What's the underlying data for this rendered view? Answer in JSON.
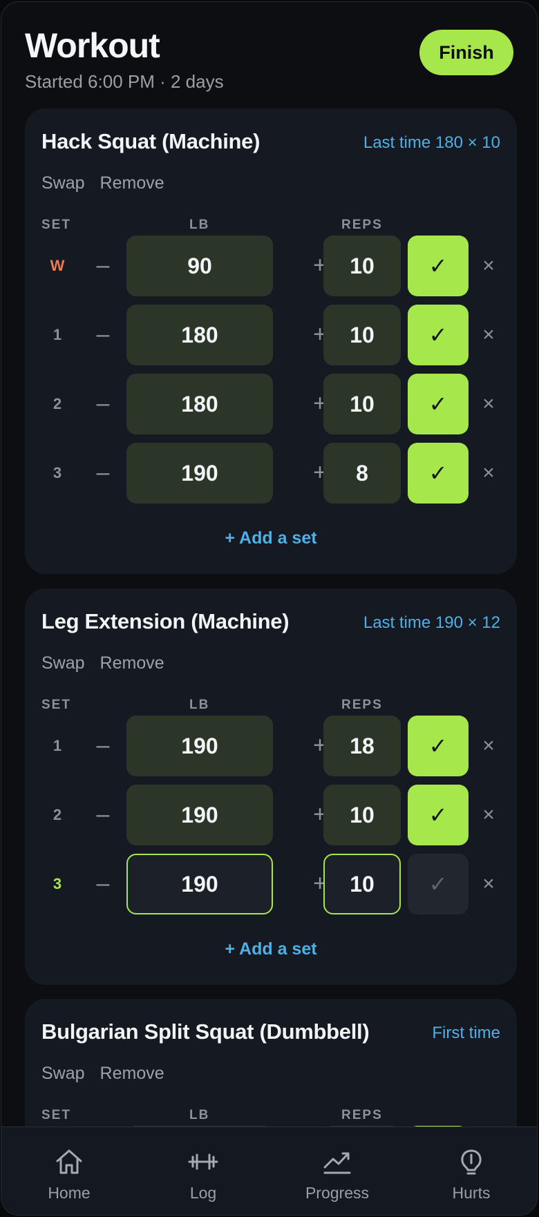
{
  "header": {
    "title": "Workout",
    "subtitle": "Started 6:00 PM · 2 days",
    "finish_label": "Finish"
  },
  "column_headers": {
    "set": "SET",
    "lb": "LB",
    "reps": "REPS"
  },
  "exercises": [
    {
      "name": "Hack Squat (Machine)",
      "last_time": "Last time 180 × 10",
      "swap_label": "Swap",
      "remove_label": "Remove",
      "add_set_label": "+ Add a set",
      "sets": [
        {
          "label": "W",
          "weight": "90",
          "reps": "10",
          "done": true
        },
        {
          "label": "1",
          "weight": "180",
          "reps": "10",
          "done": true
        },
        {
          "label": "2",
          "weight": "180",
          "reps": "10",
          "done": true
        },
        {
          "label": "3",
          "weight": "190",
          "reps": "8",
          "done": true
        }
      ]
    },
    {
      "name": "Leg Extension (Machine)",
      "last_time": "Last time 190 × 12",
      "swap_label": "Swap",
      "remove_label": "Remove",
      "add_set_label": "+ Add a set",
      "sets": [
        {
          "label": "1",
          "weight": "190",
          "reps": "18",
          "done": true
        },
        {
          "label": "2",
          "weight": "190",
          "reps": "10",
          "done": true
        },
        {
          "label": "3",
          "weight": "190",
          "reps": "10",
          "done": false
        }
      ]
    },
    {
      "name": "Bulgarian Split Squat (Dumbbell)",
      "last_time": "First time",
      "swap_label": "Swap",
      "remove_label": "Remove"
    }
  ],
  "row_glyphs": {
    "minus": "–",
    "plus": "+",
    "check": "✓",
    "remove": "×"
  },
  "nav": [
    {
      "label": "Home",
      "icon": "home-icon"
    },
    {
      "label": "Log",
      "icon": "dumbbell-icon"
    },
    {
      "label": "Progress",
      "icon": "trend-icon"
    },
    {
      "label": "Hurts",
      "icon": "pain-icon"
    }
  ],
  "colors": {
    "accent": "#a6e84b",
    "link": "#4fb0e8",
    "warmup": "#ec7a55",
    "filled_input": "#2c3628"
  }
}
